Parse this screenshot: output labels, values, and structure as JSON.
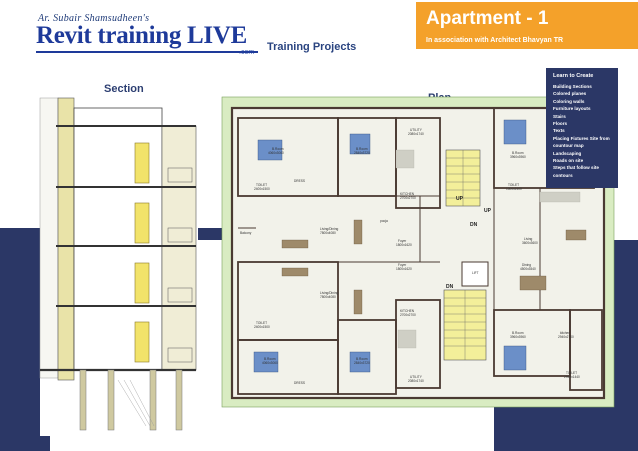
{
  "header": {
    "author": "Ar. Subair Shamsudheen's",
    "logo_text": "Revit training LIVE",
    "logo_suffix": ".com",
    "subtitle": "Training Projects"
  },
  "banner": {
    "title": "Apartment - 1",
    "subtitle": "In association with Architect Bhavyan TR"
  },
  "section_title": "Section",
  "plan_title": "Plan",
  "legend": {
    "title": "Learn to Create",
    "items": [
      "Building Sections",
      "Colored planes",
      "Coloring walls",
      "Furniture layouts",
      "Stairs",
      "Floors",
      "Texts",
      "Placing Fixtures Site from countour map",
      "Landscaping",
      "Roads on site",
      "Steps that follow site contours"
    ]
  },
  "plan_labels": {
    "bedroom_1": "B.Room",
    "bedroom_1_size": "4060x3060",
    "bedroom_2": "B.Room",
    "bedroom_2_size": "2840x3720",
    "utility_1": "UTILITY",
    "utility_1_size": "2080x1740",
    "kitchen_1": "KITCHEN",
    "kitchen_1_size": "2700x2700",
    "toilet_1": "TOILET",
    "toilet_1_size": "2400x1500",
    "dress_1": "DRESS",
    "living_1": "Living/Dining",
    "living_1_size": "7800x4080",
    "foyer_1": "Foyer",
    "foyer_1_size": "1800x1620",
    "pooja_1": "pooja",
    "living_2": "Living/Dining",
    "living_2_size": "7800x4080",
    "foyer_2": "Foyer",
    "foyer_2_size": "1800x1620",
    "kitchen_2": "KITCHEN",
    "kitchen_2_size": "2700x2700",
    "bedroom_3": "B.Room",
    "bedroom_3_size": "4060x3060",
    "bedroom_4": "B.Room",
    "bedroom_4_size": "2840x3720",
    "utility_2": "UTILITY",
    "utility_2_size": "2080x1740",
    "toilet_2": "TOILET",
    "toilet_2_size": "2400x1500",
    "dress_2": "DRESS",
    "bedroom_5": "B.Room",
    "bedroom_5_size": "3960x3960",
    "toilet_3": "TOILET",
    "toilet_3_size": "1500x2400",
    "living_3": "Living",
    "living_3_size": "3600x3600",
    "dining_3": "Dining",
    "dining_3_size": "4500x3540",
    "bedroom_6": "B.Room",
    "bedroom_6_size": "3960x3960",
    "kitchen_3": "kitchen",
    "kitchen_3_size": "2940x2700",
    "toilet_4": "TOILET",
    "toilet_4_size": "2940x1440",
    "up_1": "UP",
    "up_2": "UP",
    "dn_1": "DN",
    "dn_2": "DN",
    "lift": "LIFT",
    "balcony": "Balcony"
  },
  "colors": {
    "banner": "#f4a12a",
    "navy": "#2b3766",
    "wall": "#4a3a32",
    "floor": "#f2f2ea",
    "lawn": "#d9ecc2",
    "stairs": "#f3ef9a",
    "bed": "#6b8fc8"
  }
}
